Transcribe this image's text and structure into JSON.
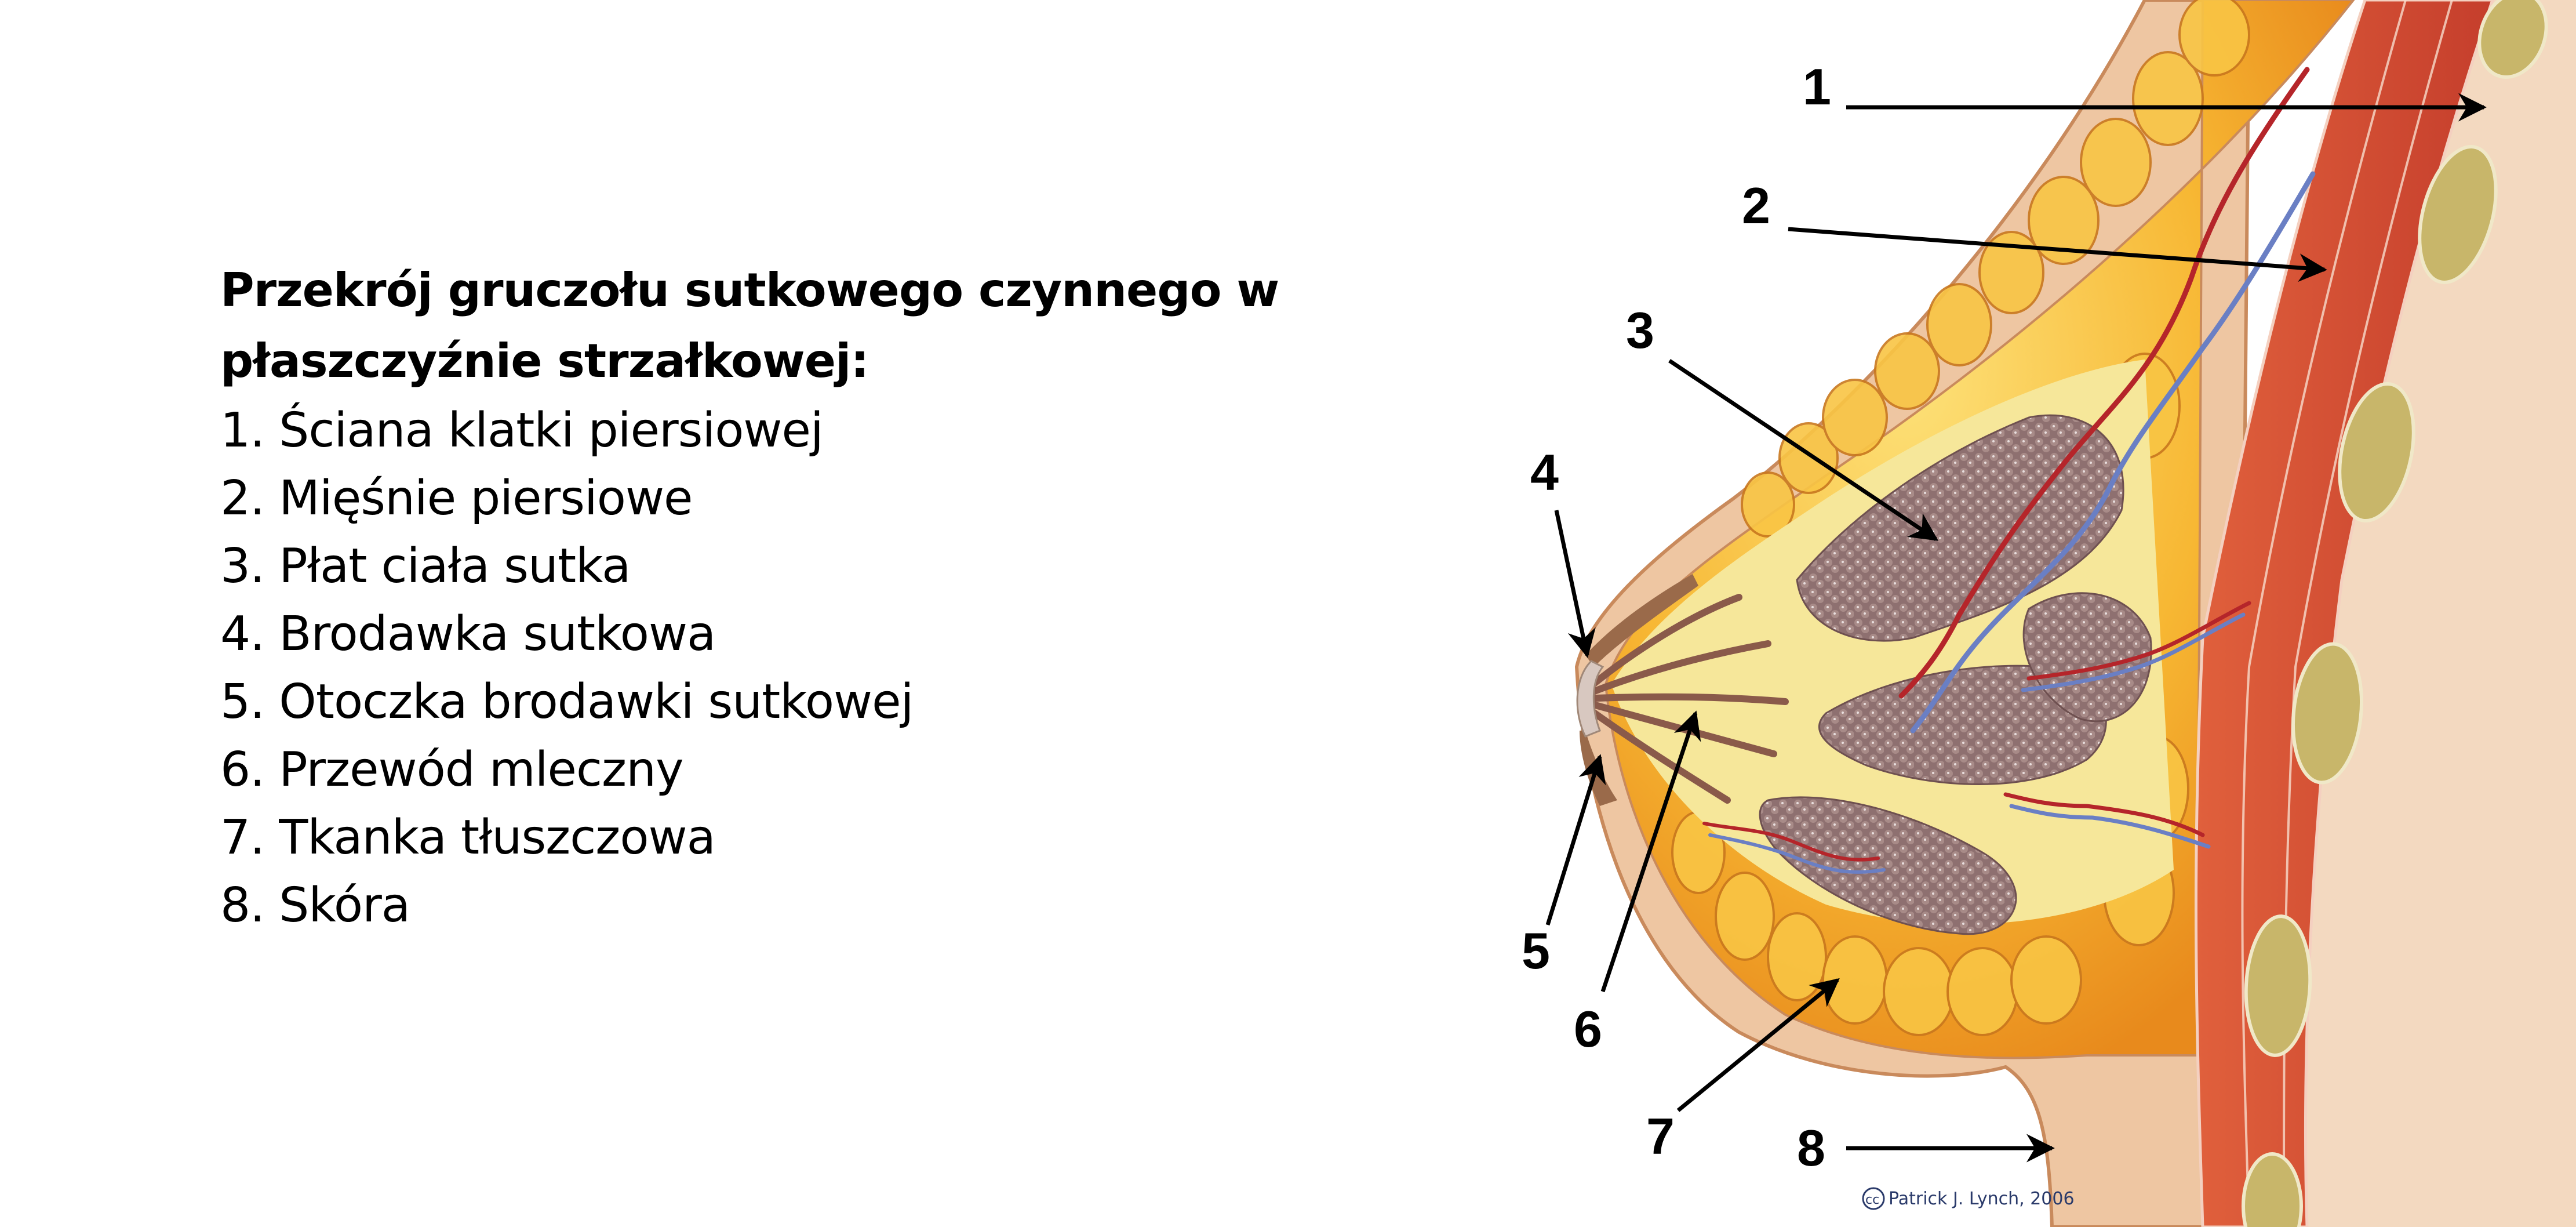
{
  "legend": {
    "title": "Przekrój gruczołu sutkowego czynnego w płaszczyźnie strzałkowej:",
    "items": [
      {
        "number": "1",
        "text": "1. Ściana klatki piersiowej"
      },
      {
        "number": "2",
        "text": "2. Mięśnie piersiowe"
      },
      {
        "number": "3",
        "text": "3. Płat ciała sutka"
      },
      {
        "number": "4",
        "text": "4. Brodawka sutkowa"
      },
      {
        "number": "5",
        "text": "5. Otoczka brodawki sutkowej"
      },
      {
        "number": "6",
        "text": "6. Przewód mleczny"
      },
      {
        "number": "7",
        "text": "7. Tkanka tłuszczowa"
      },
      {
        "number": "8",
        "text": "8. Skóra"
      }
    ]
  },
  "figure": {
    "description": "Sagittal cross-section illustration of a lactating mammary gland",
    "callouts": [
      {
        "label": "1",
        "target": "chest-wall"
      },
      {
        "label": "2",
        "target": "pectoral-muscles"
      },
      {
        "label": "3",
        "target": "breast-lobe"
      },
      {
        "label": "4",
        "target": "nipple"
      },
      {
        "label": "5",
        "target": "areola"
      },
      {
        "label": "6",
        "target": "milk-duct"
      },
      {
        "label": "7",
        "target": "adipose-tissue"
      },
      {
        "label": "8",
        "target": "skin"
      }
    ],
    "credit": "Patrick J. Lynch, 2006",
    "credit_icon": "cc-icon",
    "colors": {
      "skin": "#f3d9c0",
      "skin_edge": "#d9a77c",
      "fat": "#f7b733",
      "fat_highlight": "#fde27a",
      "stroma": "#f6e79a",
      "lobule": "#8e7070",
      "muscle": "#d9533a",
      "muscle_dark": "#b8352a",
      "rib": "#c8b66a",
      "artery": "#b5252a",
      "vein": "#6a7fc4",
      "arrow": "#000000"
    }
  }
}
